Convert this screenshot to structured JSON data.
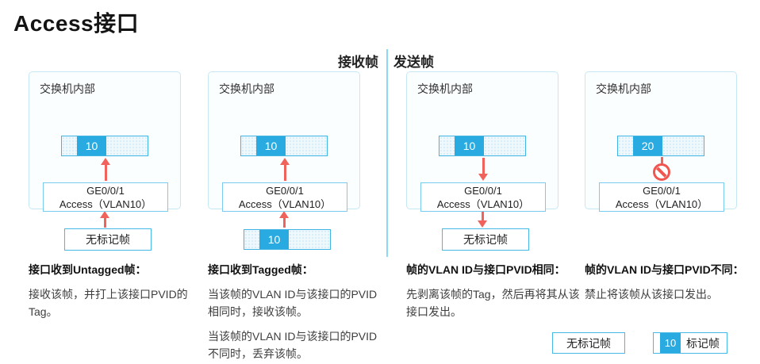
{
  "title": "Access接口",
  "section_labels": {
    "receive": "接收帧",
    "send": "发送帧"
  },
  "colors": {
    "tag_blue": "#29abe2",
    "arrow_red": "#f0635c",
    "panel_border": "#c6e8f5",
    "box_border": "#46b9e9",
    "divider": "#8ad9f6"
  },
  "panels": [
    {
      "inner_label": "交换机内部",
      "frame_tag": "10",
      "port_line1": "GE0/0/1",
      "port_line2": "Access（VLAN10）",
      "external_label": "无标记帧",
      "heading": "接口收到Untagged帧：",
      "body": [
        "接收该帧，并打上该接口PVID的Tag。"
      ]
    },
    {
      "inner_label": "交换机内部",
      "frame_tag": "10",
      "port_line1": "GE0/0/1",
      "port_line2": "Access（VLAN10）",
      "external_tag": "10",
      "heading": "接口收到Tagged帧：",
      "body": [
        "当该帧的VLAN ID与该接口的PVID相同时，接收该帧。",
        "当该帧的VLAN ID与该接口的PVID不同时，丢弃该帧。"
      ]
    },
    {
      "inner_label": "交换机内部",
      "frame_tag": "10",
      "port_line1": "GE0/0/1",
      "port_line2": "Access（VLAN10）",
      "external_label": "无标记帧",
      "heading": "帧的VLAN ID与接口PVID相同：",
      "body": [
        "先剥离该帧的Tag，然后再将其从该接口发出。"
      ]
    },
    {
      "inner_label": "交换机内部",
      "frame_tag": "20",
      "port_line1": "GE0/0/1",
      "port_line2": "Access（VLAN10）",
      "heading": "帧的VLAN ID与接口PVID不同：",
      "body": [
        "禁止将该帧从该接口发出。"
      ]
    }
  ],
  "legend": {
    "untagged": "无标记帧",
    "tag_value": "10",
    "tagged": "标记帧"
  }
}
